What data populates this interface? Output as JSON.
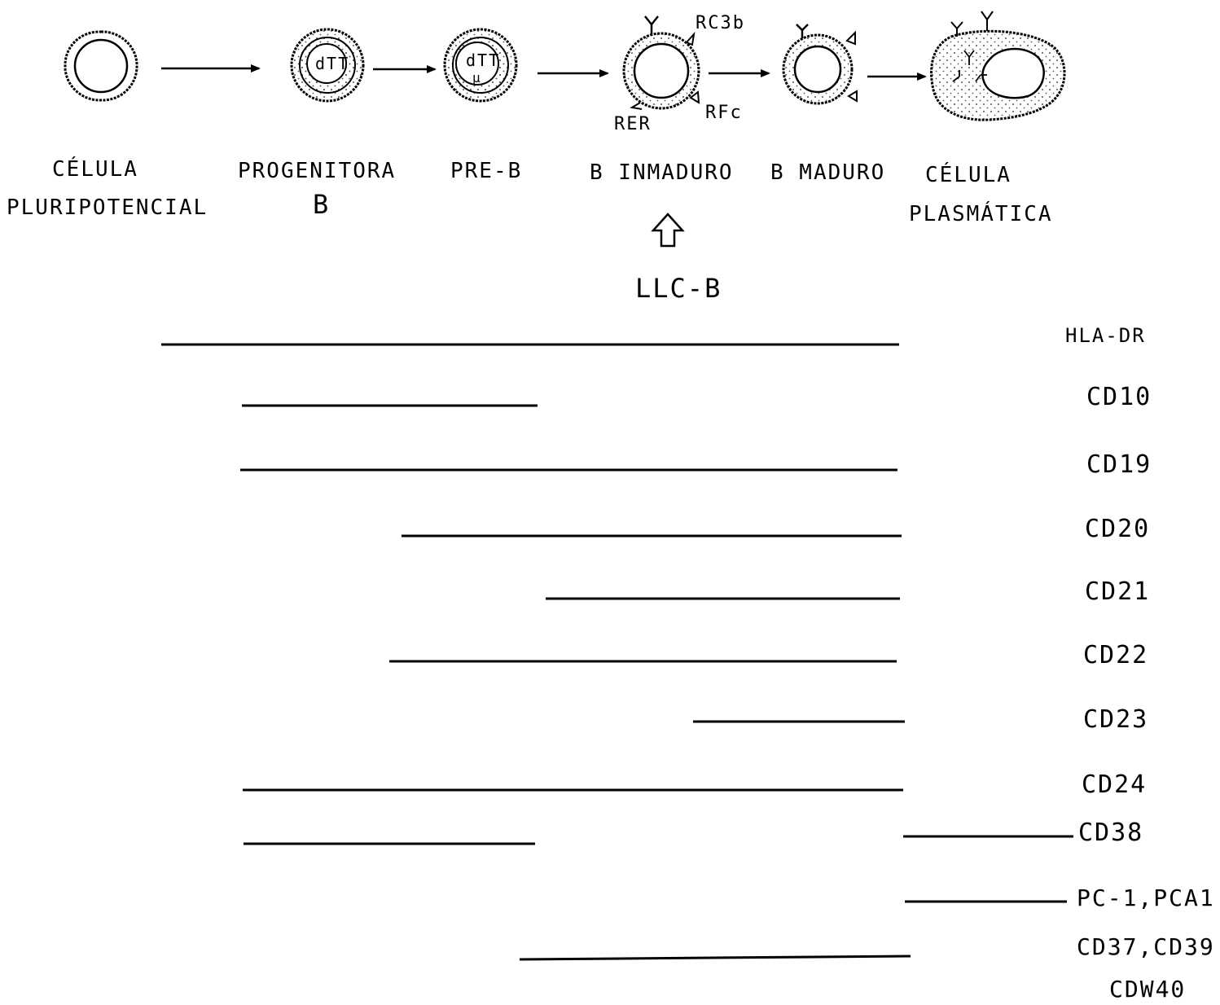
{
  "stages": [
    {
      "line1": "CÉLULA",
      "line2": "PLURIPOTENCIAL"
    },
    {
      "line1": "PROGENITORA",
      "line2": "B"
    },
    {
      "line1": "PRE-B",
      "line2": ""
    },
    {
      "line1": "B INMADURO",
      "line2": ""
    },
    {
      "line1": "B MADURO",
      "line2": ""
    },
    {
      "line1": "CÉLULA",
      "line2": "PLASMÁTICA"
    }
  ],
  "cell_labels": {
    "dtt_progenitor": "dTT",
    "dtt_preb": "dTT",
    "mu": "μ",
    "rc3b": "RC3b",
    "rfc": "RFc",
    "rer": "RER"
  },
  "indicator": {
    "label": "LLC-B"
  },
  "markers": [
    {
      "name": "HLA-DR"
    },
    {
      "name": "CD10"
    },
    {
      "name": "CD19"
    },
    {
      "name": "CD20"
    },
    {
      "name": "CD21"
    },
    {
      "name": "CD22"
    },
    {
      "name": "CD23"
    },
    {
      "name": "CD24"
    },
    {
      "name": "CD38"
    },
    {
      "name": "PC-1,PCA1"
    },
    {
      "name": "CD37,CD39"
    },
    {
      "name": "CDW40"
    }
  ],
  "colors": {
    "ink": "#000000",
    "background": "#ffffff",
    "stipple": "#555555"
  }
}
